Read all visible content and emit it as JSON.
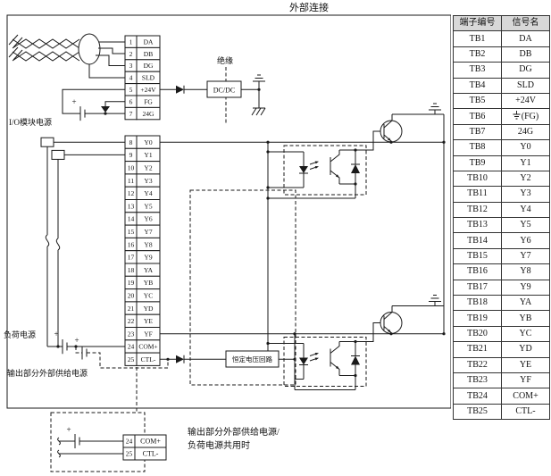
{
  "title": "外部连接",
  "diagram": {
    "labels": {
      "insulation": "绝缘",
      "dcdc": "DC/DC",
      "io_module_power": "I/O模块电源",
      "load_power": "负荷电源",
      "output_external_supply": "输出部分外部供给电源",
      "constant_voltage_circuit": "恒定电压回路",
      "shared_supply_note_line1": "输出部分外部供给电源/",
      "shared_supply_note_line2": "负荷电源共用时",
      "plus": "+"
    },
    "terminal_strip_upper": [
      {
        "no": "1",
        "label": "DA"
      },
      {
        "no": "2",
        "label": "DB"
      },
      {
        "no": "3",
        "label": "DG"
      },
      {
        "no": "4",
        "label": "SLD"
      },
      {
        "no": "5",
        "label": "+24V"
      },
      {
        "no": "6",
        "label": "FG"
      },
      {
        "no": "7",
        "label": "24G"
      }
    ],
    "terminal_strip_lower": [
      {
        "no": "8",
        "label": "Y0"
      },
      {
        "no": "9",
        "label": "Y1"
      },
      {
        "no": "10",
        "label": "Y2"
      },
      {
        "no": "11",
        "label": "Y3"
      },
      {
        "no": "12",
        "label": "Y4"
      },
      {
        "no": "13",
        "label": "Y5"
      },
      {
        "no": "14",
        "label": "Y6"
      },
      {
        "no": "15",
        "label": "Y7"
      },
      {
        "no": "16",
        "label": "Y8"
      },
      {
        "no": "17",
        "label": "Y9"
      },
      {
        "no": "18",
        "label": "YA"
      },
      {
        "no": "19",
        "label": "YB"
      },
      {
        "no": "20",
        "label": "YC"
      },
      {
        "no": "21",
        "label": "YD"
      },
      {
        "no": "22",
        "label": "YE"
      },
      {
        "no": "23",
        "label": "YF"
      },
      {
        "no": "24",
        "label": "COM+"
      },
      {
        "no": "25",
        "label": "CTL-"
      }
    ],
    "terminal_strip_shared": [
      {
        "no": "24",
        "label": "COM+"
      },
      {
        "no": "25",
        "label": "CTL-"
      }
    ]
  },
  "table": {
    "headers": [
      "端子编号",
      "信号名"
    ],
    "rows": [
      {
        "terminal": "TB1",
        "signal": "DA"
      },
      {
        "terminal": "TB2",
        "signal": "DB"
      },
      {
        "terminal": "TB3",
        "signal": "DG"
      },
      {
        "terminal": "TB4",
        "signal": "SLD"
      },
      {
        "terminal": "TB5",
        "signal": "+24V"
      },
      {
        "terminal": "TB6",
        "signal": "(FG)",
        "icon": "ground"
      },
      {
        "terminal": "TB7",
        "signal": "24G"
      },
      {
        "terminal": "TB8",
        "signal": "Y0"
      },
      {
        "terminal": "TB9",
        "signal": "Y1"
      },
      {
        "terminal": "TB10",
        "signal": "Y2"
      },
      {
        "terminal": "TB11",
        "signal": "Y3"
      },
      {
        "terminal": "TB12",
        "signal": "Y4"
      },
      {
        "terminal": "TB13",
        "signal": "Y5"
      },
      {
        "terminal": "TB14",
        "signal": "Y6"
      },
      {
        "terminal": "TB15",
        "signal": "Y7"
      },
      {
        "terminal": "TB16",
        "signal": "Y8"
      },
      {
        "terminal": "TB17",
        "signal": "Y9"
      },
      {
        "terminal": "TB18",
        "signal": "YA"
      },
      {
        "terminal": "TB19",
        "signal": "YB"
      },
      {
        "terminal": "TB20",
        "signal": "YC"
      },
      {
        "terminal": "TB21",
        "signal": "YD"
      },
      {
        "terminal": "TB22",
        "signal": "YE"
      },
      {
        "terminal": "TB23",
        "signal": "YF"
      },
      {
        "terminal": "TB24",
        "signal": "COM+"
      },
      {
        "terminal": "TB25",
        "signal": "CTL-"
      }
    ]
  }
}
